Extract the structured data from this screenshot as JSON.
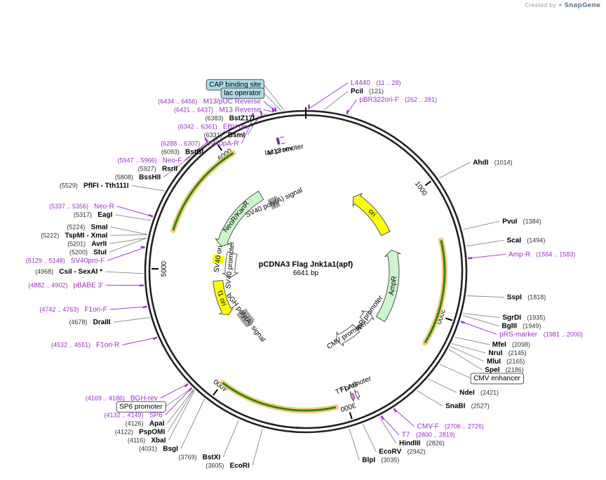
{
  "watermark": {
    "prefix": "Created by",
    "brand": "SnapGene"
  },
  "plasmid": {
    "name": "pCDNA3 Flag Jnk1a1(apf)",
    "length": "6641 bp",
    "total_bp": 6641
  },
  "ruler": [
    {
      "label": "1000",
      "bp": 1000
    },
    {
      "label": "2000",
      "bp": 2000
    },
    {
      "label": "3000",
      "bp": 3000
    },
    {
      "label": "4000",
      "bp": 4000
    },
    {
      "label": "5000",
      "bp": 5000
    },
    {
      "label": "6000",
      "bp": 6000
    }
  ],
  "features": [
    {
      "label": "ori",
      "start": 600,
      "end": 1190,
      "dir": "ccw",
      "kind": "ori",
      "color": "#ffff00"
    },
    {
      "label": "AmpR",
      "start": 1400,
      "end": 2260,
      "dir": "ccw",
      "kind": "cds",
      "color": "#ccf5cc"
    },
    {
      "label": "AmpR promoter",
      "start": 2260,
      "end": 2400,
      "dir": "ccw",
      "kind": "promoter",
      "color": "#ffffff"
    },
    {
      "label": "CMV promoter",
      "start": 2550,
      "end": 2880,
      "dir": "cw",
      "kind": "promoter",
      "color": "#ffffff"
    },
    {
      "label": "T7 promoter",
      "start": 2890,
      "end": 2915,
      "dir": "cw",
      "kind": "promoter",
      "color": "#ffffff"
    },
    {
      "label": "FLAG",
      "start": 2930,
      "end": 2955,
      "dir": "cw",
      "kind": "tag",
      "color": "#d38cd8"
    },
    {
      "label": "bGH poly(A) signal",
      "start": 4180,
      "end": 4400,
      "dir": "none",
      "kind": "polyA",
      "color": "#a9a9a9"
    },
    {
      "label": "f1 ori",
      "start": 4440,
      "end": 4870,
      "dir": "ccw",
      "kind": "ori",
      "color": "#ffff00"
    },
    {
      "label": "SV40 promoter",
      "start": 4900,
      "end": 5240,
      "dir": "ccw",
      "kind": "promoter",
      "color": "#ffffff"
    },
    {
      "label": "SV40 ori",
      "start": 5080,
      "end": 5180,
      "dir": "none",
      "kind": "ori",
      "color": "#ffff00"
    },
    {
      "label": "NeoR/KanR",
      "start": 5290,
      "end": 6080,
      "dir": "ccw",
      "kind": "cds",
      "color": "#ccf5cc"
    },
    {
      "label": "SV40 poly(A) signal",
      "start": 6120,
      "end": 6250,
      "dir": "none",
      "kind": "polyA",
      "color": "#a9a9a9"
    },
    {
      "label": "lac promoter",
      "start": 6440,
      "end": 6470,
      "dir": "none",
      "kind": "promoter",
      "color": "#ffffff"
    },
    {
      "label": "M13 rev",
      "start": 6410,
      "end": 6430,
      "dir": "none",
      "kind": "primer",
      "color": "#7030a0"
    }
  ],
  "orfs": [
    {
      "start": 1420,
      "end": 2230,
      "dir": "ccw"
    },
    {
      "start": 3090,
      "end": 4000,
      "dir": "ccw"
    },
    {
      "start": 5300,
      "end": 6060,
      "dir": "cw"
    }
  ],
  "sites": [
    {
      "name": "CAP binding site",
      "pos": "",
      "bp": 6500,
      "kind": "box",
      "box": "#add8e6"
    },
    {
      "name": "lac operator",
      "pos": "",
      "bp": 6480,
      "kind": "box",
      "box": "#add8e6"
    },
    {
      "name": "L4440",
      "pos": "(11 .. 28)",
      "bp": 20,
      "kind": "primer"
    },
    {
      "name": "PciI",
      "pos": "(121)",
      "bp": 121,
      "kind": "enzyme"
    },
    {
      "name": "pBR322ori-F",
      "pos": "(262 .. 281)",
      "bp": 270,
      "kind": "primer"
    },
    {
      "name": "AhdI",
      "pos": "(1014)",
      "bp": 1014,
      "kind": "enzyme"
    },
    {
      "name": "PvuI",
      "pos": "(1384)",
      "bp": 1384,
      "kind": "enzyme"
    },
    {
      "name": "ScaI",
      "pos": "(1494)",
      "bp": 1494,
      "kind": "enzyme"
    },
    {
      "name": "Amp-R",
      "pos": "(1564 .. 1583)",
      "bp": 1574,
      "kind": "primer"
    },
    {
      "name": "SspI",
      "pos": "(1818)",
      "bp": 1818,
      "kind": "enzyme"
    },
    {
      "name": "SgrDI",
      "pos": "(1935)",
      "bp": 1935,
      "kind": "enzyme"
    },
    {
      "name": "BglII",
      "pos": "(1949)",
      "bp": 1949,
      "kind": "enzyme"
    },
    {
      "name": "pRS-marker",
      "pos": "(1981 .. 2000)",
      "bp": 1990,
      "kind": "primer"
    },
    {
      "name": "MfeI",
      "pos": "(2098)",
      "bp": 2098,
      "kind": "enzyme"
    },
    {
      "name": "NruI",
      "pos": "(2145)",
      "bp": 2145,
      "kind": "enzyme"
    },
    {
      "name": "MluI",
      "pos": "(2165)",
      "bp": 2165,
      "kind": "enzyme"
    },
    {
      "name": "SpeI",
      "pos": "(2186)",
      "bp": 2186,
      "kind": "enzyme"
    },
    {
      "name": "CMV enhancer",
      "pos": "",
      "bp": 2300,
      "kind": "box",
      "box": "#ffffff"
    },
    {
      "name": "NdeI",
      "pos": "(2421)",
      "bp": 2421,
      "kind": "enzyme"
    },
    {
      "name": "SnaBI",
      "pos": "(2527)",
      "bp": 2527,
      "kind": "enzyme"
    },
    {
      "name": "CMV-F",
      "pos": "(2706 .. 2726)",
      "bp": 2716,
      "kind": "primer"
    },
    {
      "name": "T7",
      "pos": "(2800 .. 2819)",
      "bp": 2810,
      "kind": "primer"
    },
    {
      "name": "HindIII",
      "pos": "(2826)",
      "bp": 2826,
      "kind": "enzyme"
    },
    {
      "name": "EcoRV",
      "pos": "(2942)",
      "bp": 2942,
      "kind": "enzyme"
    },
    {
      "name": "BlpI",
      "pos": "(3035)",
      "bp": 3035,
      "kind": "enzyme"
    },
    {
      "name": "EcoRI",
      "pos": "(3605)",
      "bp": 3605,
      "kind": "enzyme"
    },
    {
      "name": "BstXI",
      "pos": "(3769)",
      "bp": 3769,
      "kind": "enzyme"
    },
    {
      "name": "BsgI",
      "pos": "(4031)",
      "bp": 4031,
      "kind": "enzyme"
    },
    {
      "name": "XbaI",
      "pos": "(4116)",
      "bp": 4116,
      "kind": "enzyme"
    },
    {
      "name": "PspOMI",
      "pos": "(4122)",
      "bp": 4122,
      "kind": "enzyme"
    },
    {
      "name": "ApaI",
      "pos": "(4126)",
      "bp": 4126,
      "kind": "enzyme"
    },
    {
      "name": "SP6 promoter",
      "pos": "",
      "bp": 4140,
      "kind": "box",
      "box": "#ffffff"
    },
    {
      "name": "SP6",
      "pos": "(4132 .. 4149)",
      "bp": 4140,
      "kind": "primer"
    },
    {
      "name": "BGH-rev",
      "pos": "(4169 .. 4186)",
      "bp": 4177,
      "kind": "primer"
    },
    {
      "name": "F1ori-R",
      "pos": "(4532 .. 4551)",
      "bp": 4541,
      "kind": "primer"
    },
    {
      "name": "DraIII",
      "pos": "(4678)",
      "bp": 4678,
      "kind": "enzyme"
    },
    {
      "name": "F1ori-F",
      "pos": "(4742 .. 4763)",
      "bp": 4752,
      "kind": "primer"
    },
    {
      "name": "pBABE 3'",
      "pos": "(4882 .. 4902)",
      "bp": 4892,
      "kind": "primer"
    },
    {
      "name": "CsiI  - SexAI *",
      "pos": "(4968)",
      "bp": 4968,
      "kind": "enzyme"
    },
    {
      "name": "SV40pro-F",
      "pos": "(5129 .. 5148)",
      "bp": 5138,
      "kind": "primer"
    },
    {
      "name": "StuI",
      "pos": "(5200)",
      "bp": 5200,
      "kind": "enzyme"
    },
    {
      "name": "AvrII",
      "pos": "(5201)",
      "bp": 5201,
      "kind": "enzyme"
    },
    {
      "name": "TspMI  - XmaI",
      "pos": "(5222)",
      "bp": 5222,
      "kind": "enzyme"
    },
    {
      "name": "SmaI",
      "pos": "(5224)",
      "bp": 5224,
      "kind": "enzyme"
    },
    {
      "name": "EagI",
      "pos": "(5317)",
      "bp": 5317,
      "kind": "enzyme"
    },
    {
      "name": "Neo-R",
      "pos": "(5337 .. 5356)",
      "bp": 5346,
      "kind": "primer"
    },
    {
      "name": "PflFI  - Tth111I",
      "pos": "(5529)",
      "bp": 5529,
      "kind": "enzyme"
    },
    {
      "name": "BssHII",
      "pos": "(5808)",
      "bp": 5808,
      "kind": "enzyme"
    },
    {
      "name": "RsrII",
      "pos": "(5927)",
      "bp": 5927,
      "kind": "enzyme"
    },
    {
      "name": "Neo-F",
      "pos": "(5947 .. 5966)",
      "bp": 5956,
      "kind": "primer"
    },
    {
      "name": "BstBI",
      "pos": "(6093)",
      "bp": 6093,
      "kind": "enzyme"
    },
    {
      "name": "SV40pA-R",
      "pos": "(6288 .. 6307)",
      "bp": 6297,
      "kind": "primer"
    },
    {
      "name": "BsmI",
      "pos": "(6331)",
      "bp": 6331,
      "kind": "enzyme"
    },
    {
      "name": "EBV-rev",
      "pos": "(6342 .. 6361)",
      "bp": 6351,
      "kind": "primer"
    },
    {
      "name": "BstZ17I",
      "pos": "(6383)",
      "bp": 6383,
      "kind": "enzyme"
    },
    {
      "name": "M13 Reverse",
      "pos": "(6421 .. 6437)",
      "bp": 6429,
      "kind": "primer"
    },
    {
      "name": "M13/pUC Reverse",
      "pos": "(6434 .. 6456)",
      "bp": 6445,
      "kind": "primer"
    }
  ],
  "colors": {
    "backbone": "#222222",
    "primer": "#9b30c8",
    "enzyme": "#000000",
    "pos": "#333333",
    "orf": "#2e8b00",
    "orf_glow": "#f5c07a",
    "leader": "#888888"
  }
}
